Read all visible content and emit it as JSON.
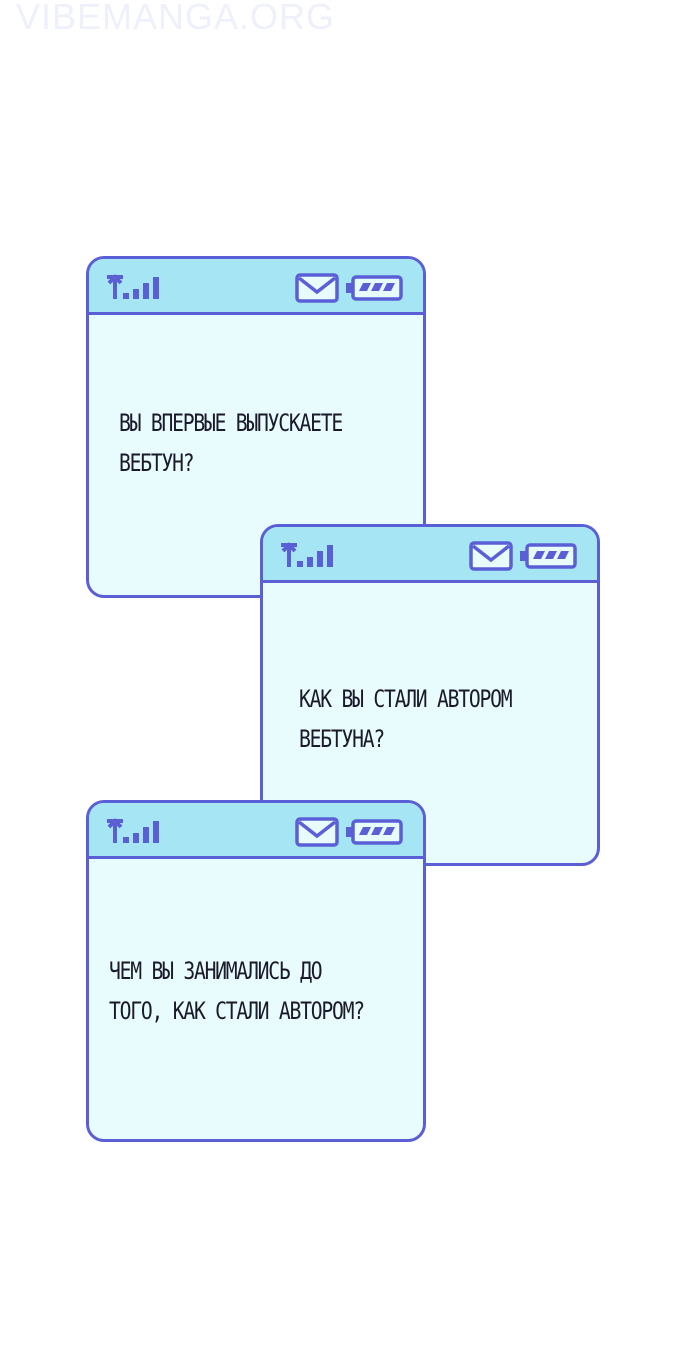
{
  "watermark": "VIBEMANGA.ORG",
  "colors": {
    "border": "#5b5fd6",
    "status_bar": "#a6e6f4",
    "screen": "#e8fbfd",
    "text": "#1a1a2a"
  },
  "status_icons": [
    "signal-icon",
    "mail-icon",
    "battery-icon"
  ],
  "messages": [
    {
      "lines": [
        "ВЫ ВПЕРВЫЕ ВЫПУСКАЕТЕ",
        "ВЕБТУН?"
      ]
    },
    {
      "lines": [
        "КАК ВЫ СТАЛИ АВТОРОМ",
        "ВЕБТУНА?"
      ]
    },
    {
      "lines": [
        "ЧЕМ ВЫ ЗАНИМАЛИСЬ ДО",
        "ТОГО, КАК СТАЛИ АВТОРОМ?"
      ]
    }
  ]
}
